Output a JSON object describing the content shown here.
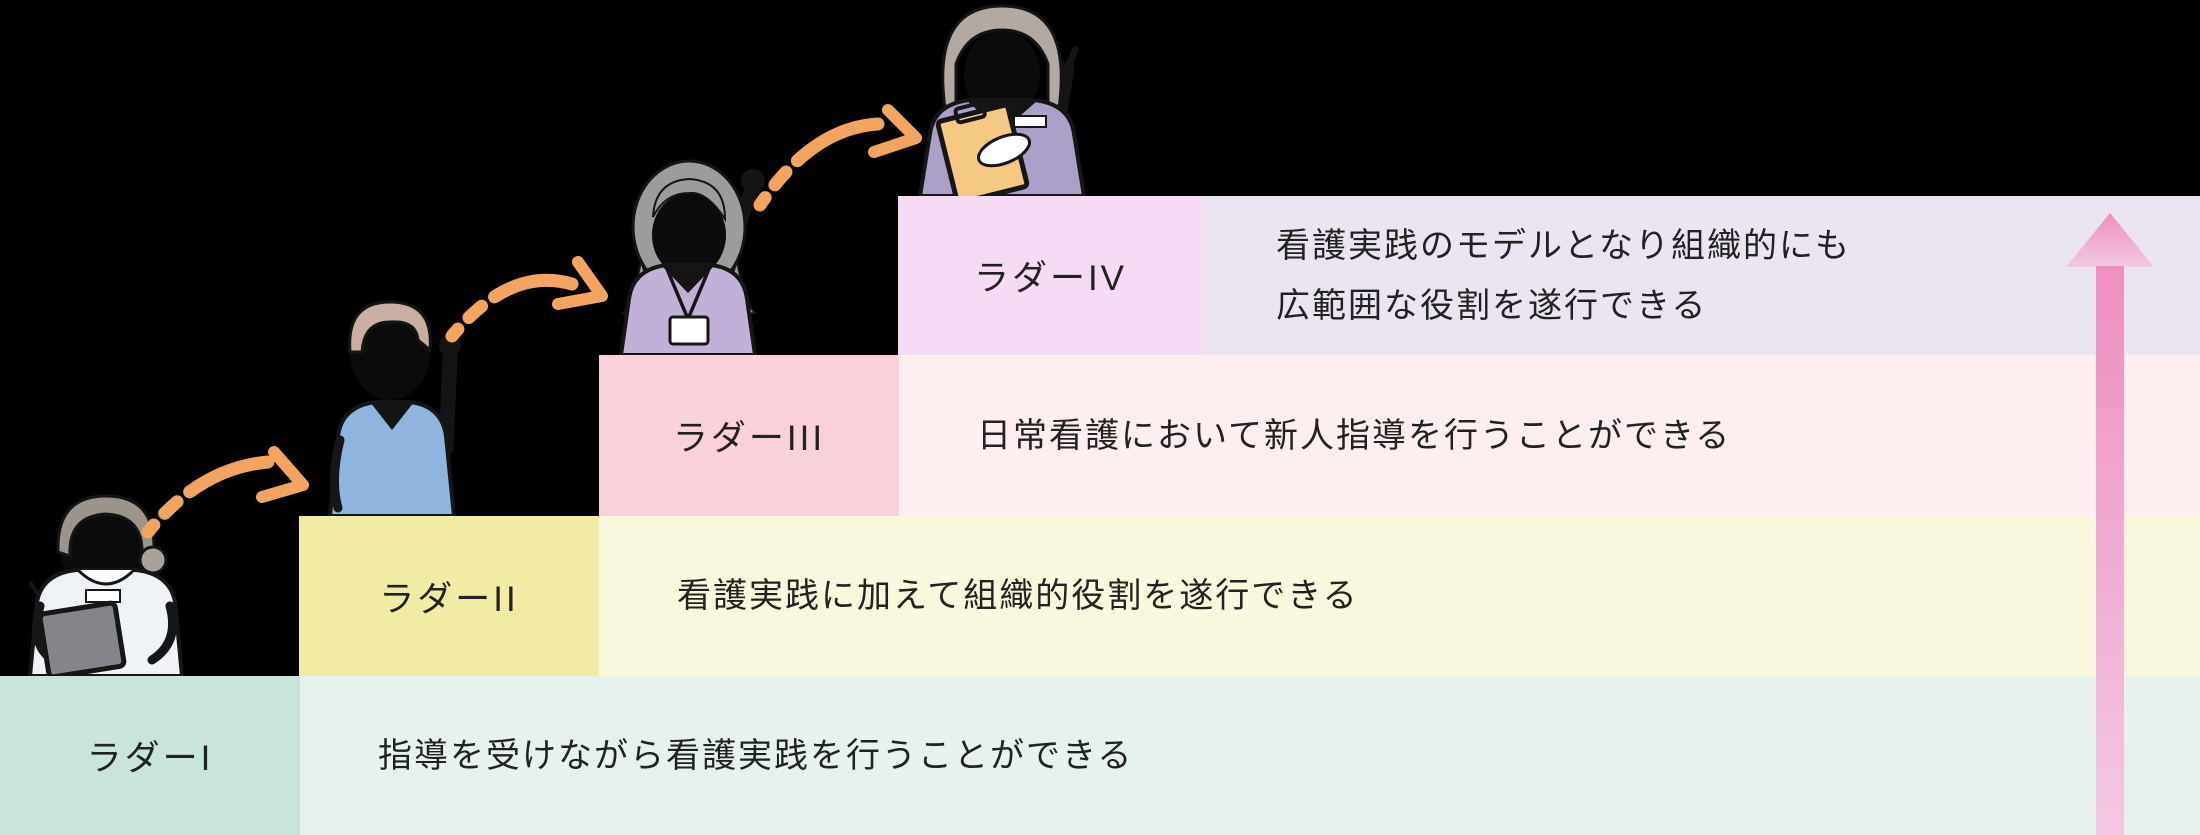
{
  "diagram": {
    "name": "nursing-clinical-ladder-staircase",
    "background_color": "#000000",
    "text_color": "#222222",
    "levels": [
      {
        "name": "ラダーI",
        "description": "指導を受けながら看護実践を行うことができる",
        "box_color": "#c9e4db",
        "band_color": "#e7f1ed"
      },
      {
        "name": "ラダーII",
        "description": "看護実践に加えて組織的役割を遂行できる",
        "box_color": "#f1eca4",
        "band_color": "#faf8dc"
      },
      {
        "name": "ラダーIII",
        "description": "日常看護において新人指導を行うことができる",
        "box_color": "#f9d1d8",
        "band_color": "#fdefef"
      },
      {
        "name": "ラダーIV",
        "description": "看護実践のモデルとなり組織的にも\n広範囲な役割を遂行できる",
        "box_color": "#f6dbf4",
        "band_color": "#ebe4f1"
      }
    ],
    "arrows": {
      "step_arrow_color": "#f3a45f",
      "step_arrow_count": 3,
      "growth_arrow_color_top": "#ee8fc0",
      "growth_arrow_color_bottom": "#f3c8e2"
    },
    "figures": [
      {
        "name": "nurse-with-tablet",
        "level": 1,
        "scrub_color": "#eef3f7",
        "hair_color": "#9a948a"
      },
      {
        "name": "nurse-blue-scrub-raising-hand",
        "level": 2,
        "scrub_color": "#8fb4de",
        "hair_color": "#c7b0a2"
      },
      {
        "name": "nurse-lavender-scrub-id-badge",
        "level": 3,
        "scrub_color": "#c2b1d7",
        "hair_color": "#9c9c9a"
      },
      {
        "name": "nurse-purple-scrub-with-folder",
        "level": 4,
        "scrub_color": "#aca0c9",
        "hair_color": "#b2a9a2",
        "folder_color": "#f5c983"
      }
    ]
  }
}
